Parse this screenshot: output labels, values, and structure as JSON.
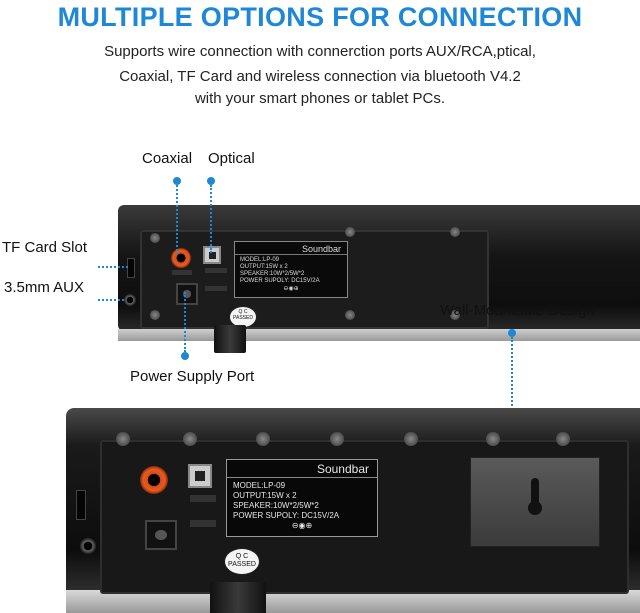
{
  "headline": "MULTIPLE OPTIONS FOR CONNECTION",
  "description": {
    "line1": "Supports wire connection with connerction ports AUX/RCA,ptical,",
    "line2": "Coaxial, TF Card and wireless connection via bluetooth V4.2",
    "line3": "with your smart phones or tablet PCs."
  },
  "callouts": {
    "coaxial": "Coaxial",
    "optical": "Optical",
    "tf_card": "TF Card Slot",
    "aux": "3.5mm AUX",
    "power": "Power Supply Port",
    "wall_mount": "Wall-Mountable Design"
  },
  "device_label": {
    "brand": "Soundbar",
    "model": "MODEL:LP-09",
    "output": "OUTPUT:15W x 2",
    "speaker": "SPEAKER:10W*2/5W*2",
    "power": "POWER SUPOLY: DC15V/2A",
    "qc_top": "Q C",
    "qc_bottom": "PASSED"
  },
  "colors": {
    "accent": "#1e88d6",
    "text": "#222222",
    "device": "#111111"
  },
  "icons": [
    "dc-polarity-icon",
    "screw-icon",
    "keyhole-icon"
  ]
}
